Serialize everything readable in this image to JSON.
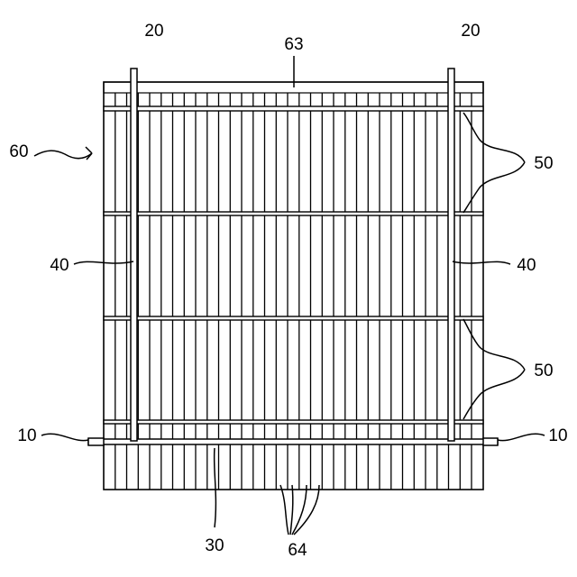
{
  "figure": {
    "labels": {
      "l20_left": "20",
      "l20_right": "20",
      "l63": "63",
      "l60": "60",
      "l50_upper": "50",
      "l50_lower": "50",
      "l40_left": "40",
      "l40_right": "40",
      "l10_left": "10",
      "l10_right": "10",
      "l30": "30",
      "l64": "64"
    }
  }
}
